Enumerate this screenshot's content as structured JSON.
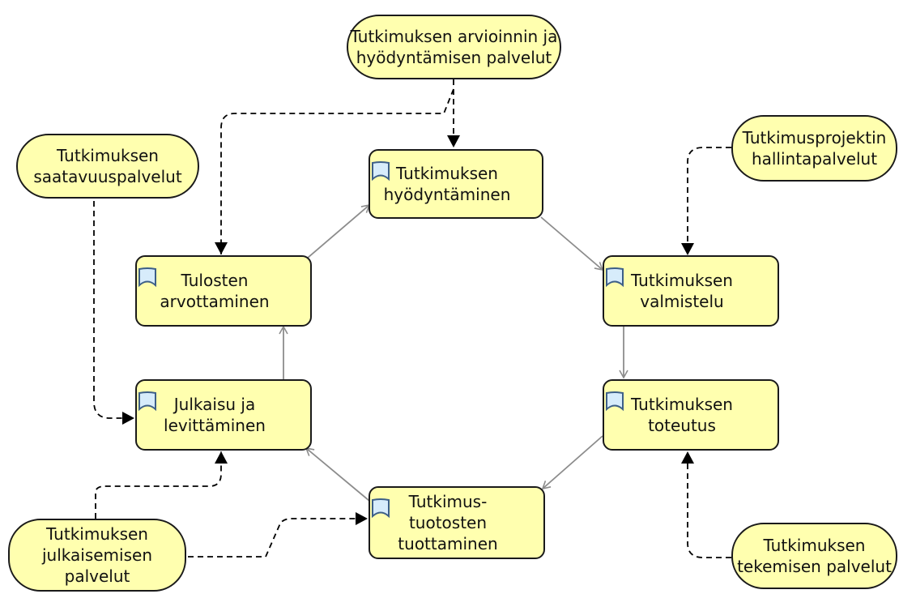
{
  "processes": {
    "hyodyntaminen": "Tutkimuksen\nhyödyntäminen",
    "valmistelu": "Tutkimuksen\nvalmistelu",
    "toteutus": "Tutkimuksen\ntoteutus",
    "tuotosten": "Tutkimus-\ntuotosten\ntuottaminen",
    "julkaisu": "Julkaisu ja\nlevittäminen",
    "arvottaminen": "Tulosten\narvottaminen"
  },
  "services": {
    "arviointi": "Tutkimuksen arvioinnin ja\nhyödyntämisen palvelut",
    "saatavuus": "Tutkimuksen\nsaatavuuspalvelut",
    "hallinta": "Tutkimusprojektin\nhallintapalvelut",
    "julkaiseminen": "Tutkimuksen\njulkaisemisen\npalvelut",
    "tekeminen": "Tutkimuksen\ntekemisen palvelut"
  },
  "colors": {
    "node_fill": "#ffffaf",
    "border": "#1a1a1a",
    "flow_line": "#8c8c8c",
    "flag_fill": "#d7ecfb",
    "flag_stroke": "#3d5f87"
  },
  "icons": {
    "process_flag": "bookmark-flag-icon"
  }
}
